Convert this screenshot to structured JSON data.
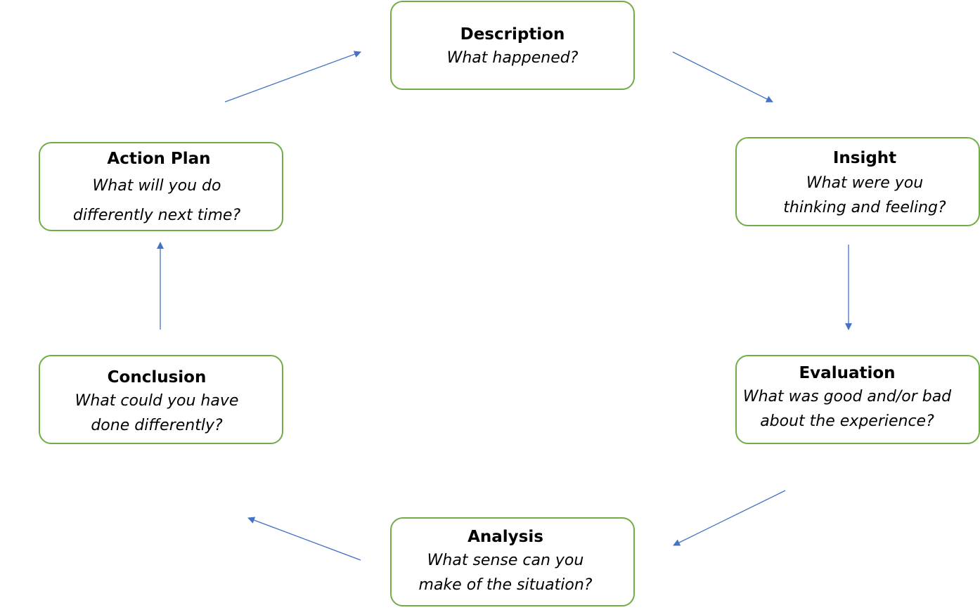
{
  "diagram": {
    "line_color": "#4472c4",
    "box_border_color": "#70ad47",
    "nodes": {
      "description": {
        "title": "Description",
        "question": "What happened?"
      },
      "insight": {
        "title": "Insight",
        "question": "What were you\nthinking and feeling?"
      },
      "evaluation": {
        "title": "Evaluation",
        "question": "What was good and/or bad\nabout the experience?"
      },
      "analysis": {
        "title": "Analysis",
        "question": "What sense can you\nmake of the situation?"
      },
      "conclusion": {
        "title": "Conclusion",
        "question": "What could you have\ndone differently?"
      },
      "action_plan": {
        "title": "Action Plan",
        "question": "What will you do\ndifferently next time?"
      }
    },
    "edges": [
      {
        "from": "Description",
        "to": "Insight"
      },
      {
        "from": "Insight",
        "to": "Evaluation"
      },
      {
        "from": "Evaluation",
        "to": "Analysis"
      },
      {
        "from": "Analysis",
        "to": "Conclusion"
      },
      {
        "from": "Conclusion",
        "to": "Action Plan"
      },
      {
        "from": "Action Plan",
        "to": "Description"
      }
    ]
  }
}
